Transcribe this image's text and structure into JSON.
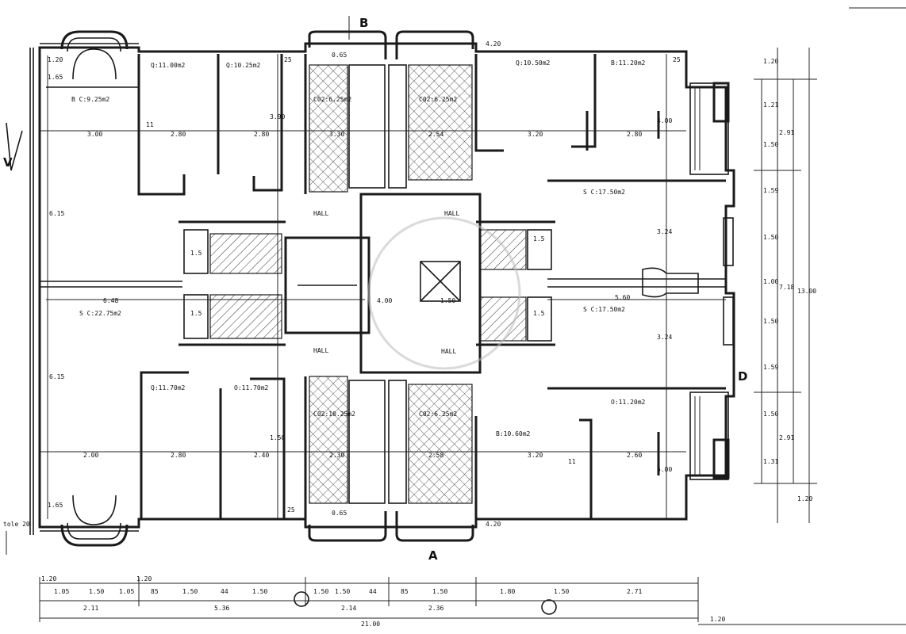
{
  "axis_labels": {
    "top": "B",
    "bottom": "A",
    "right": "D",
    "left_mark": "V"
  },
  "rooms": {
    "tl_q1": "Q:11.00m2",
    "tl_q2": "Q:10.25m2",
    "tr_q1": "Q:10.50m2",
    "tr_q2": "B:11.20m2",
    "bl_q1": "Q:11.70m2",
    "bl_q2": "O:11.70m2",
    "br_q1": "B:10.60m2",
    "br_q2": "O:11.20m2",
    "sc_left": "S C:22.75m2",
    "sc_right_top": "S C:17.50m2",
    "sc_right_bot": "S C:17.50m2",
    "bc_top": "B C:9.25m2",
    "cor_tl": "C02:6.25m2",
    "cor_tr": "C02:6.25m2",
    "cor_bl": "C02:10.25m2",
    "cor_br": "C02:6.25m2",
    "hall_top": "HALL",
    "hall_bot": "HALL",
    "hall_r_top": "HALL",
    "hall_r_bot": "HALL",
    "bath1": "1.5",
    "bath2": "1.5",
    "bath3": "1.5",
    "bath4": "1.5"
  },
  "dims_room": {
    "top_a": "3.00",
    "top_b": "2.80",
    "top_c": "2.80",
    "top_d": "3.30",
    "top_e": "2.54",
    "top_f": "3.20",
    "top_g": "2.80",
    "bot_a": "2.00",
    "bot_b": "2.80",
    "bot_c": "2.40",
    "bot_d": "2.30",
    "bot_e": "2.58",
    "bot_f": "3.20",
    "bot_g": "2.60",
    "mid_l": "6.48",
    "mid_c": "4.00",
    "mid_c2": "1.50",
    "mid_r": "5.60",
    "v_l1": "6.15",
    "v_l2": "6.15",
    "v_c1": "3.90",
    "v_c2": "1.50",
    "v_r1": "4.00",
    "v_r2": "3.24",
    "v_r3": "3.24",
    "v_r4": "5.00",
    "t_a": "1.20",
    "t_b": "4.20",
    "t_c": "1.65",
    "t_d": "25",
    "t_e": "1.65",
    "t_f": "0.65",
    "t_g": "0.65",
    "t_h": "4.20",
    "s1": "11",
    "s2": "11",
    "s3": "25",
    "s4": "25"
  },
  "dims_right": [
    "1.20",
    "1.21",
    "1.50",
    "1.59",
    "1.50",
    "1.00",
    "1.50",
    "1.59",
    "1.50",
    "1.31",
    "1.20"
  ],
  "dims_right_total": {
    "a": "2.91",
    "b": "7.18",
    "c": "13.00",
    "d": "2.91"
  },
  "dims_bottom_row1": [
    "1.20",
    "1.05",
    "1.50",
    "1.05",
    "1.20",
    "85",
    "1.50",
    "44",
    "1.50",
    "1.50",
    "1.50",
    "44",
    "85",
    "1.50",
    "1.80",
    "1.50",
    "2.71"
  ],
  "dims_bottom_row2": [
    "2.11",
    "5.36",
    "2.14",
    "2.36"
  ],
  "dims_bottom_total": "21.00",
  "dims_bottom_end": "1.20",
  "scale_note": "tole 20"
}
